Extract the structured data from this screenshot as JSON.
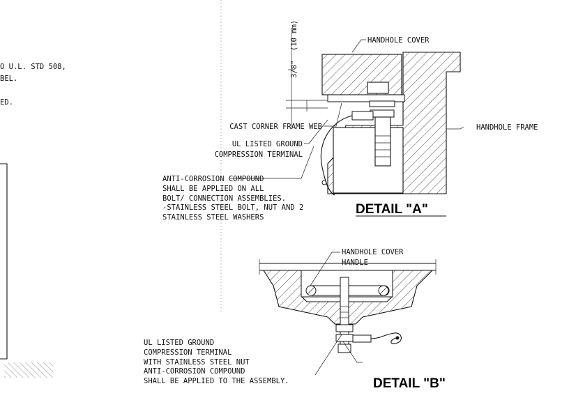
{
  "left_notes": [
    "O U.L. STD 508,",
    "BEL.",
    "ED."
  ],
  "dimension": {
    "inch": "3/8\"",
    "mm": "(10 mm)"
  },
  "detail_a": {
    "title": "DETAIL \"A\"",
    "labels": {
      "handhole_cover": "HANDHOLE COVER",
      "handhole_frame": "HANDHOLE FRAME",
      "cast_corner_frame_web": "CAST CORNER FRAME WEB",
      "ul_listed_ground_1": "UL LISTED GROUND",
      "ul_listed_ground_2": "COMPRESSION TERMINAL",
      "anti_corrosion": [
        "ANTI-CORROSION COMPOUND",
        "SHALL BE APPLIED ON ALL",
        "BOLT/ CONNECTION ASSEMBLIES.",
        "-STAINLESS STEEL BOLT, NUT AND 2",
        "STAINLESS STEEL WASHERS"
      ]
    }
  },
  "detail_b": {
    "title": "DETAIL \"B\"",
    "labels": {
      "handle_1": "HANDHOLE COVER",
      "handle_2": "HANDLE",
      "terminal": [
        "UL LISTED GROUND",
        "COMPRESSION TERMINAL",
        "WITH STAINLESS STEEL NUT",
        "ANTI-CORROSION COMPOUND",
        "SHALL BE APPLIED TO THE ASSEMBLY."
      ]
    }
  }
}
